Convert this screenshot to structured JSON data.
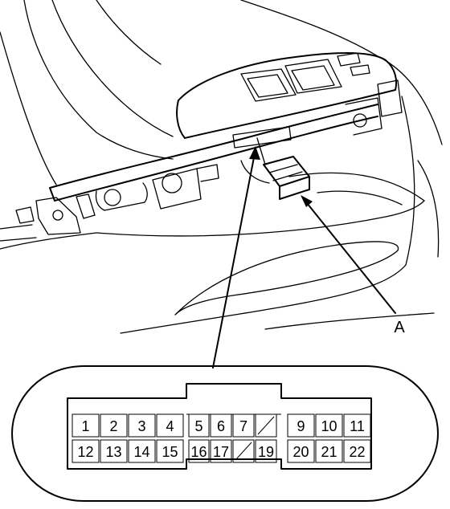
{
  "callout": {
    "label": "A"
  },
  "connector": {
    "top_row": [
      "1",
      "2",
      "3",
      "4",
      "5",
      "6",
      "7",
      "",
      "9",
      "10",
      "11"
    ],
    "bottom_row": [
      "12",
      "13",
      "14",
      "15",
      "16",
      "17",
      "",
      "19",
      "20",
      "21",
      "22"
    ]
  }
}
